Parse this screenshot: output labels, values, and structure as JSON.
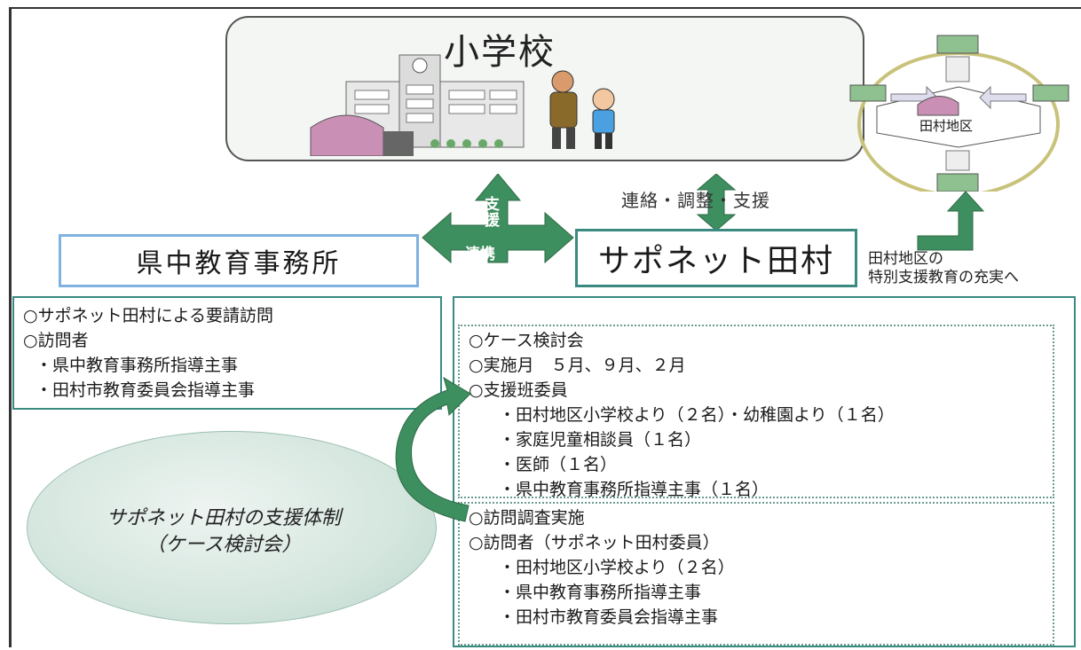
{
  "school": {
    "title": "小学校"
  },
  "office": {
    "name": "県中教育事務所"
  },
  "supportnet": {
    "name": "サポネット田村"
  },
  "arrow_labels": {
    "vertical": "支援",
    "horizontal": "連携"
  },
  "connection_label": "連絡・調整・支援",
  "map": {
    "center_label": "田村地区"
  },
  "goal": {
    "line1": "田村地区の",
    "line2": "特別支援教育の充実へ"
  },
  "left_box": {
    "items": [
      "○サポネット田村による要請訪問",
      "○訪問者",
      "・県中教育事務所指導主事",
      "・田村市教育委員会指導主事"
    ]
  },
  "case_meeting": {
    "title": "○ケース検討会",
    "months": "○実施月　５月、９月、２月",
    "members_title": "○支援班委員",
    "members": [
      "・田村地区小学校より（２名）・幼稚園より（１名）",
      "・家庭児童相談員（１名）",
      "・医師（１名）",
      "・県中教育事務所指導主事（１名）"
    ]
  },
  "visit": {
    "title": "○訪問調査実施",
    "visitors_title": "○訪問者（サポネット田村委員）",
    "visitors": [
      "・田村地区小学校より（２名）",
      "・県中教育事務所指導主事",
      "・田村市教育委員会指導主事"
    ]
  },
  "ellipse": {
    "line1": "サポネット田村の支援体制",
    "line2": "（ケース検討会）"
  },
  "colors": {
    "teal": "#3a8a82",
    "arrow_green": "#3e8f5f",
    "office_border": "#7fb2e0",
    "building_pink": "#c98fb4"
  }
}
